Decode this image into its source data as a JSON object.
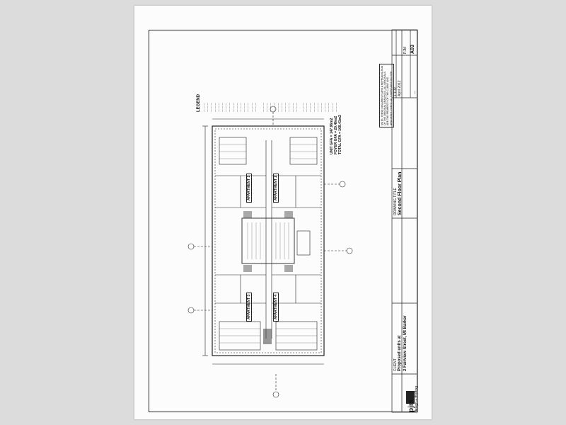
{
  "drawing": {
    "legend_title": "LEGEND",
    "legend_items_a": [
      "— — —",
      "— — —",
      "— — —",
      "— — —",
      "— — —",
      "— — —",
      "— — —",
      "— — —",
      "— — —",
      "— — —",
      "— — —",
      "— — —",
      "— — —",
      "— — —",
      "— — —"
    ],
    "legend_items_b": [
      "— — —",
      "— — —",
      "— — —",
      "— — —",
      "— — —",
      "— — —",
      "— — —",
      "— — —",
      "— — —",
      "— — —"
    ],
    "legend_items_c": [
      "— — —",
      "— — —",
      "— — —",
      "— — —",
      "— — —",
      "— — —",
      "— — —",
      "— — —",
      "— — —",
      "— — —"
    ],
    "area_summary": [
      "UNIT GFA = 147.96m2",
      "FOYER GFA = 20.46m2",
      "TOTAL GFA = 168.41m2"
    ],
    "apartment_labels": [
      "APARTMENT 1",
      "APARTMENT 2",
      "APARTMENT 3",
      "APARTMENT 4"
    ],
    "notes": [
      "NOTE: THESE DOCUMENTS ARE A REPRODUCTION",
      "OF THE ORIGINAL DRAWINGS. ALL ORIGINALS",
      "ARE THE PROPERTY OF THE CLIENT AND",
      "ARCHITECT. CHECK ALL DIMENSIONS ON SITE."
    ],
    "title_block": {
      "client_label": "CLIENT",
      "project_line1": "Proposed units at",
      "project_line2": "2 Fairview Street, Mt Barker",
      "drawing_title_label": "DRAWING TITLE",
      "drawing_title": "Second Floor Plan",
      "scale": "1:100",
      "date": "April 2012",
      "drawn": "PJM",
      "drawing_no": "A03",
      "revision": "—",
      "firm_logo": "pjm",
      "firm_sub": "design + drafting"
    }
  }
}
